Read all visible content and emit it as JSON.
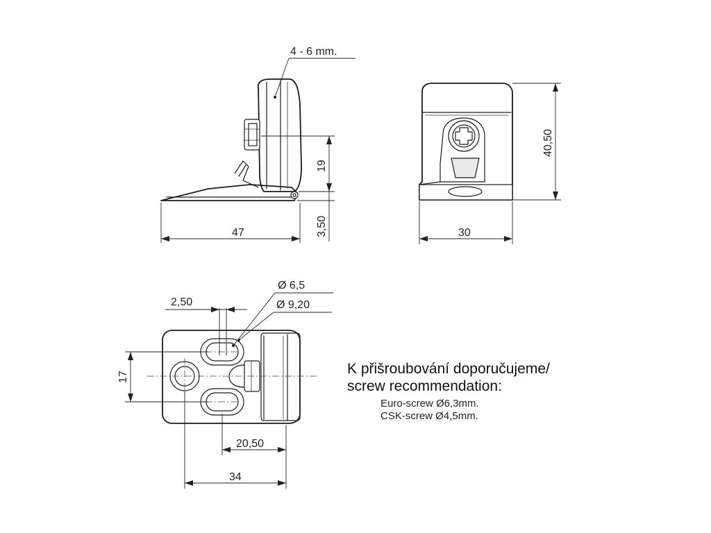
{
  "dimensions": {
    "thickness": "4 - 6 mm.",
    "height_19": "19",
    "base_3_50": "3,50",
    "length_47": "47",
    "height_40_50": "40,50",
    "width_30": "30",
    "offset_2_50": "2,50",
    "dia_6_5": "Ø 6,5",
    "dia_9_20": "Ø 9,20",
    "spacing_17": "17",
    "dist_20_50": "20,50",
    "dist_34": "34"
  },
  "note": {
    "title_line1": "K přišroubování doporučujeme/",
    "title_line2": "screw recommendation:",
    "item1": "Euro-screw Ø6,3mm.",
    "item2": "CSK-screw Ø4,5mm."
  }
}
